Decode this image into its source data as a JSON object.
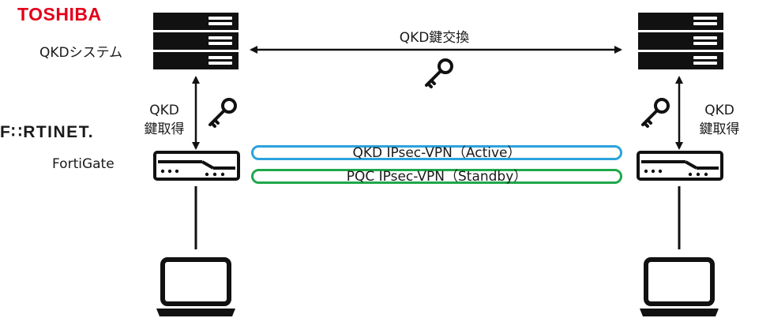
{
  "brands": {
    "toshiba": "TOSHIBA",
    "fortinet": "F∷RTINET."
  },
  "labels": {
    "qkd_system": "QKDシステム",
    "fortigate": "FortiGate",
    "qkd_key_exchange": "QKD鍵交換",
    "key_acquisition_left_line1": "QKD",
    "key_acquisition_left_line2": "鍵取得",
    "key_acquisition_right_line1": "QKD",
    "key_acquisition_right_line2": "鍵取得"
  },
  "tunnels": {
    "active": "QKD IPsec-VPN（Active）",
    "standby": "PQC IPsec-VPN（Standby）"
  },
  "colors": {
    "toshiba_red": "#e2001a",
    "active_tunnel": "#2aa3dc",
    "standby_tunnel": "#1ea84a",
    "device_black": "#111111"
  },
  "icons": {
    "qkd_server": "server-stack-icon",
    "firewall": "firewall-appliance-icon",
    "key": "key-icon",
    "laptop": "laptop-icon"
  }
}
